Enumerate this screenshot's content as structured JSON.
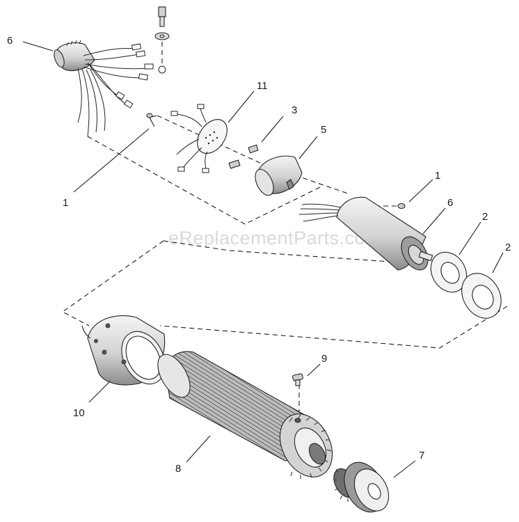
{
  "watermark": "eReplacementParts.com",
  "callouts": {
    "c6a": "6",
    "c11": "11",
    "c3": "3",
    "c5": "5",
    "c1a": "1",
    "c1b": "1",
    "c6b": "6",
    "c2a": "2",
    "c2b": "2",
    "c9": "9",
    "c10": "10",
    "c8": "8",
    "c7": "7"
  },
  "colors": {
    "ink": "#1a1a1a",
    "shade": "#9a9a9a",
    "light": "#e6e6e6",
    "watermark": "#d9d9d9"
  }
}
